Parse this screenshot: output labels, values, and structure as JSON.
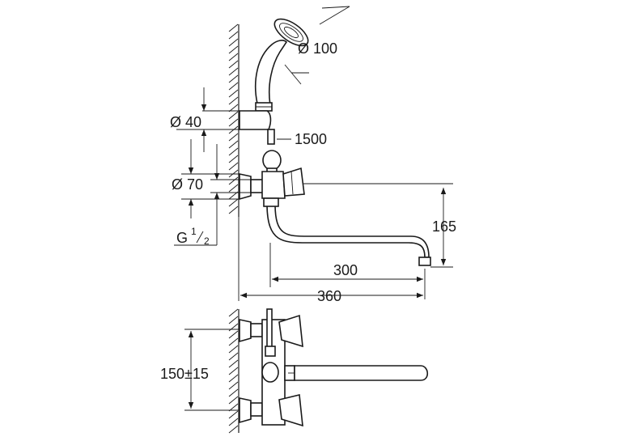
{
  "dimensions": {
    "head_diameter": "Ø 100",
    "holder_diameter": "Ø 40",
    "hose_length": "1500",
    "rosette_diameter": "Ø 70",
    "thread_prefix": "G",
    "thread_num": "1",
    "thread_den": "2",
    "spout_height": "165",
    "spout_reach": "300",
    "overall_reach": "360",
    "centers": "150±15"
  }
}
